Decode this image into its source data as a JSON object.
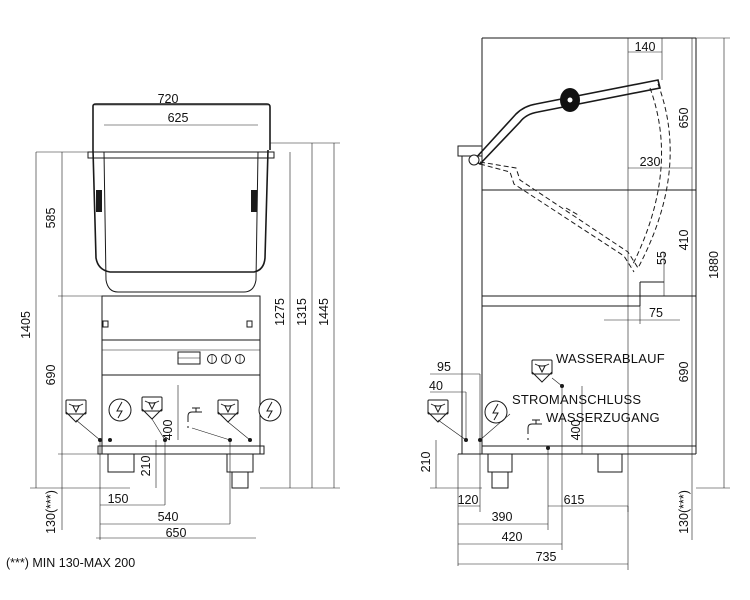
{
  "front_view": {
    "dims": {
      "d720": "720",
      "d625": "625",
      "d585": "585",
      "d1405": "1405",
      "d690": "690",
      "d1275": "1275",
      "d1315": "1315",
      "d1445": "1445",
      "d400": "400",
      "d210": "210",
      "d150": "150",
      "d540": "540",
      "d650": "650",
      "d130": "130(***)"
    },
    "icons": [
      "drain-icon",
      "electric-icon",
      "drain-icon",
      "water-tap-icon",
      "drain-icon",
      "electric-icon"
    ]
  },
  "side_view": {
    "dims": {
      "d140": "140",
      "d650": "650",
      "d230": "230",
      "d410": "410",
      "d55": "55",
      "d75": "75",
      "d1880": "1880",
      "d690": "690",
      "d95": "95",
      "d40": "40",
      "d400": "400",
      "d210": "210",
      "d120": "120",
      "d615": "615",
      "d390": "390",
      "d420": "420",
      "d735": "735",
      "d130": "130(***)"
    },
    "labels": {
      "drain": "WASSERABLAUF",
      "power": "STROMANSCHLUSS",
      "water": "WASSERZUGANG"
    }
  },
  "footnote": "(***) MIN 130-MAX 200"
}
